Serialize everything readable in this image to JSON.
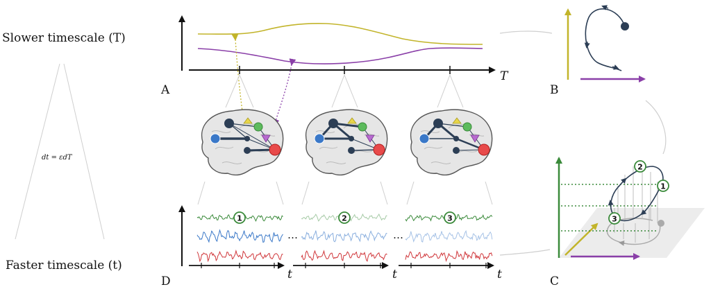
{
  "labels": {
    "slower": "Slower timescale (T)",
    "faster": "Faster timescale (t)",
    "equation": "dt = εdT",
    "panel_a": "A",
    "panel_b": "B",
    "panel_c": "C",
    "panel_d": "D",
    "axis_T": "T",
    "axis_t": "t",
    "ellipsis": "…"
  },
  "states": [
    "1",
    "2",
    "3"
  ],
  "colors": {
    "olive": "#c2b42a",
    "purple": "#8a3fa8",
    "green": "#3a8a3a",
    "blue": "#3a78c8",
    "red": "#d0363a",
    "navy": "#2c3e55",
    "gray": "#c8c8c8"
  }
}
